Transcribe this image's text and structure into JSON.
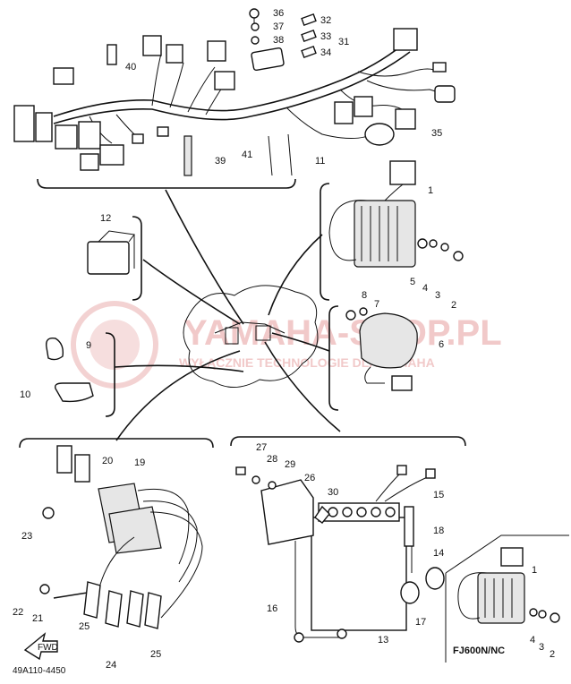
{
  "watermark": {
    "brand": "YAMAHA-SHOP.PL",
    "tagline": "WYŁĄCZNIE TECHNOLOGIE DLA YAMAHA"
  },
  "diagram_code": "49A110-4450",
  "model_label": "FJ600N/NC",
  "direction_label": "FWD",
  "callouts": [
    {
      "id": "c36",
      "text": "36"
    },
    {
      "id": "c37",
      "text": "37"
    },
    {
      "id": "c38",
      "text": "38"
    },
    {
      "id": "c32",
      "text": "32"
    },
    {
      "id": "c33",
      "text": "33"
    },
    {
      "id": "c34",
      "text": "34"
    },
    {
      "id": "c31",
      "text": "31"
    },
    {
      "id": "c40",
      "text": "40"
    },
    {
      "id": "c35",
      "text": "35"
    },
    {
      "id": "c39",
      "text": "39"
    },
    {
      "id": "c41",
      "text": "41"
    },
    {
      "id": "c11",
      "text": "11"
    },
    {
      "id": "c12",
      "text": "12"
    },
    {
      "id": "c1a",
      "text": "1"
    },
    {
      "id": "c5",
      "text": "5"
    },
    {
      "id": "c4a",
      "text": "4"
    },
    {
      "id": "c3a",
      "text": "3"
    },
    {
      "id": "c2a",
      "text": "2"
    },
    {
      "id": "c8",
      "text": "8"
    },
    {
      "id": "c7",
      "text": "7"
    },
    {
      "id": "c6",
      "text": "6"
    },
    {
      "id": "c9",
      "text": "9"
    },
    {
      "id": "c10",
      "text": "10"
    },
    {
      "id": "c20",
      "text": "20"
    },
    {
      "id": "c19",
      "text": "19"
    },
    {
      "id": "c23",
      "text": "23"
    },
    {
      "id": "c22",
      "text": "22"
    },
    {
      "id": "c21",
      "text": "21"
    },
    {
      "id": "c25a",
      "text": "25"
    },
    {
      "id": "c24",
      "text": "24"
    },
    {
      "id": "c25b",
      "text": "25"
    },
    {
      "id": "c27",
      "text": "27"
    },
    {
      "id": "c28",
      "text": "28"
    },
    {
      "id": "c29",
      "text": "29"
    },
    {
      "id": "c26",
      "text": "26"
    },
    {
      "id": "c30",
      "text": "30"
    },
    {
      "id": "c15",
      "text": "15"
    },
    {
      "id": "c18",
      "text": "18"
    },
    {
      "id": "c14",
      "text": "14"
    },
    {
      "id": "c16",
      "text": "16"
    },
    {
      "id": "c17",
      "text": "17"
    },
    {
      "id": "c13",
      "text": "13"
    },
    {
      "id": "c1b",
      "text": "1"
    },
    {
      "id": "c4b",
      "text": "4"
    },
    {
      "id": "c3b",
      "text": "3"
    },
    {
      "id": "c2b",
      "text": "2"
    }
  ]
}
